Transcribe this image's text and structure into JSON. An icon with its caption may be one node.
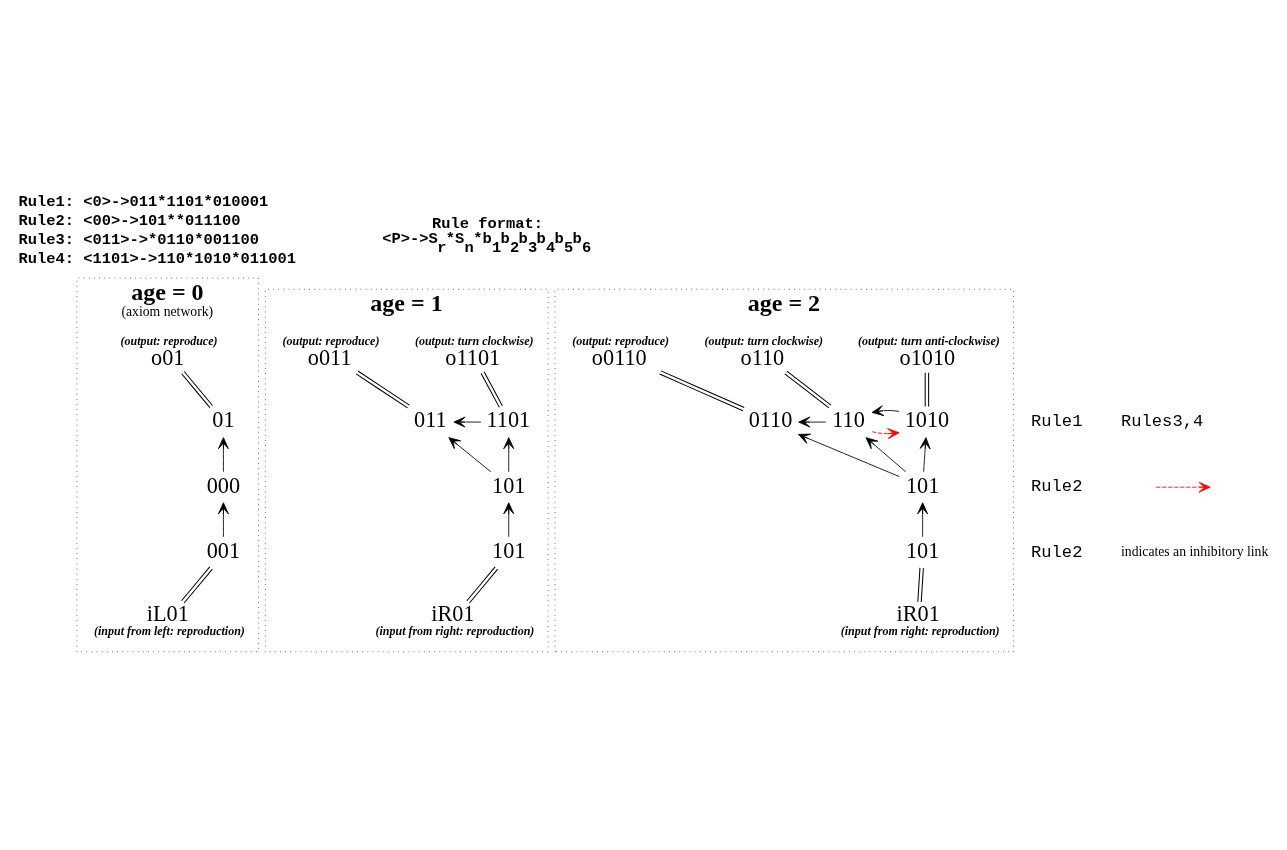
{
  "diagram": {
    "nodes": [
      {
        "text": [
          "age = 0",
          "(axiom network)"
        ]
      },
      {
        "text": [
          "(output: reproduce)",
          "o01"
        ],
        "in": 0
      },
      {
        "text": [
          "01"
        ],
        "in": 0
      },
      {
        "text": [
          "000"
        ],
        "in": 0
      },
      {
        "text": [
          "001"
        ],
        "in": 0
      },
      {
        "text": [
          "iL01",
          "(input from left: reproduction)"
        ],
        "in": 0
      },
      {
        "text": [
          "age = 1"
        ]
      },
      {
        "text": [
          "(output: reproduce)",
          "o011"
        ],
        "in": 6
      },
      {
        "text": [
          "(output: turn clockwise)",
          "o1101"
        ],
        "in": 6
      },
      {
        "text": [
          "011"
        ],
        "in": 6
      },
      {
        "text": [
          "1101"
        ],
        "in": 6
      },
      {
        "text": [
          "101"
        ],
        "in": 6
      },
      {
        "text": [
          "101"
        ],
        "in": 6
      },
      {
        "text": [
          "iR01",
          "(input from right: reproduction)"
        ],
        "in": 6
      },
      {
        "text": [
          "age = 2"
        ]
      },
      {
        "text": [
          "(output: reproduce)",
          "o0110"
        ],
        "in": 14
      },
      {
        "text": [
          "(output: turn clockwise)",
          "o110"
        ],
        "in": 14
      },
      {
        "text": [
          "(output: turn anti-clockwise)",
          "o1010"
        ],
        "in": 14
      },
      {
        "text": [
          "0110"
        ],
        "in": 14
      },
      {
        "text": [
          "110"
        ],
        "in": 14
      },
      {
        "text": [
          "1010"
        ],
        "in": 14
      },
      {
        "text": [
          "101"
        ],
        "in": 14
      },
      {
        "text": [
          "101"
        ],
        "in": 14
      },
      {
        "text": [
          "iR01",
          "(input from right: reproduction)"
        ],
        "in": 14
      }
    ],
    "edges": [
      {
        "from": 2,
        "to": 1,
        "arrow": "none"
      },
      {
        "from": 3,
        "to": 2,
        "arrow": "to"
      },
      {
        "from": 4,
        "to": 3,
        "arrow": "to"
      },
      {
        "from": 5,
        "to": 4,
        "arrow": "none"
      },
      {
        "from": 9,
        "to": 7,
        "arrow": "none"
      },
      {
        "from": 10,
        "to": 8,
        "arrow": "none"
      },
      {
        "from": 10,
        "to": 9,
        "arrow": "to"
      },
      {
        "from": 11,
        "to": 9,
        "arrow": "to"
      },
      {
        "from": 11,
        "to": 10,
        "arrow": "to"
      },
      {
        "from": 12,
        "to": 11,
        "arrow": "to"
      },
      {
        "from": 13,
        "to": 12,
        "arrow": "none"
      },
      {
        "from": 18,
        "to": 15,
        "arrow": "none"
      },
      {
        "from": 19,
        "to": 16,
        "arrow": "none"
      },
      {
        "from": 20,
        "to": 17,
        "arrow": "none"
      },
      {
        "from": 19,
        "to": 18,
        "arrow": "to"
      },
      {
        "from": 19,
        "to": 20,
        "arrow": "to",
        "style": "dashed",
        "color": "#ff0000"
      },
      {
        "from": 20,
        "to": 19,
        "arrow": "to"
      },
      {
        "from": 21,
        "to": 18,
        "arrow": "to"
      },
      {
        "from": 21,
        "to": 19,
        "arrow": "to"
      },
      {
        "from": 21,
        "to": 20,
        "arrow": "to"
      },
      {
        "from": 22,
        "to": 21,
        "arrow": "to"
      },
      {
        "from": 23,
        "to": 22,
        "arrow": "none"
      }
    ],
    "labels": [
      "Rule1: <0>->011*1101*010001",
      "Rule2: <00>->101**011100",
      "Rule3: <011>->*0110*001100",
      "Rule4: <1101>->110*1010*011001",
      "Rule format:",
      "<P>->S$_{r}$*S$_{n}$*b$_{1}$b$_{2}$b$_{3}$b$_{4}$b$_{5}$b$_{6}$",
      "Rule1",
      "Rules3,4",
      "Rule2",
      "Rule2"
    ],
    "legend": [
      {
        "text": "indicates an inhibitory link"
      }
    ]
  }
}
